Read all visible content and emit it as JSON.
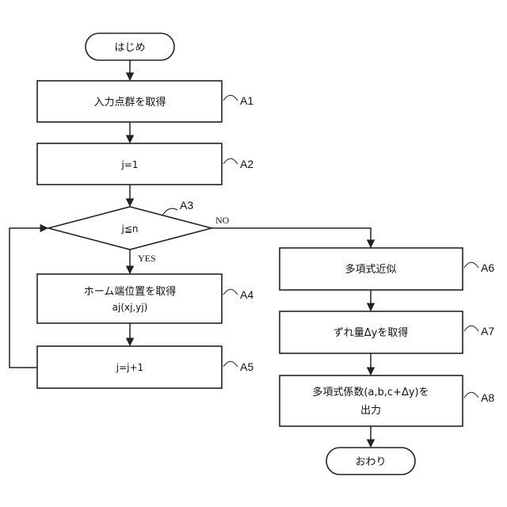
{
  "flowchart": {
    "start": {
      "label": "はじめ"
    },
    "end": {
      "label": "おわり"
    },
    "steps": {
      "a1": {
        "tag": "A1",
        "label": "入力点群を取得"
      },
      "a2": {
        "tag": "A2",
        "label": "j=1"
      },
      "a3": {
        "tag": "A3",
        "label": "j≦n"
      },
      "a4": {
        "tag": "A4",
        "label": "ホーム端位置を取得",
        "sublabel": "aj(xj,yj)"
      },
      "a5": {
        "tag": "A5",
        "label": "j=j+1"
      },
      "a6": {
        "tag": "A6",
        "label": "多項式近似"
      },
      "a7": {
        "tag": "A7",
        "label": "ずれ量Δyを取得"
      },
      "a8": {
        "tag": "A8",
        "label": "多項式係数(a,b,c+Δy)を",
        "label2": "出力"
      }
    },
    "branch": {
      "yes": "YES",
      "no": "NO"
    }
  }
}
